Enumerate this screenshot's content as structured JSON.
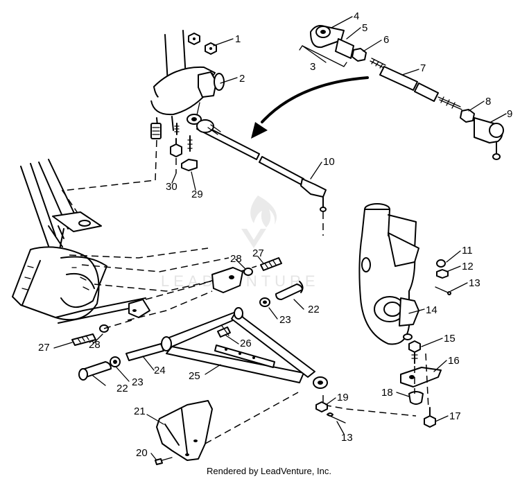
{
  "watermark": "LEADVENTURE",
  "credit": "Rendered by LeadVenture, Inc.",
  "callouts": [
    {
      "id": "c1",
      "text": "1"
    },
    {
      "id": "c2",
      "text": "2"
    },
    {
      "id": "c3",
      "text": "3"
    },
    {
      "id": "c4",
      "text": "4"
    },
    {
      "id": "c5",
      "text": "5"
    },
    {
      "id": "c6",
      "text": "6"
    },
    {
      "id": "c7",
      "text": "7"
    },
    {
      "id": "c8",
      "text": "8"
    },
    {
      "id": "c9",
      "text": "9"
    },
    {
      "id": "c10",
      "text": "10"
    },
    {
      "id": "c11",
      "text": "11"
    },
    {
      "id": "c12",
      "text": "12"
    },
    {
      "id": "c13a",
      "text": "13"
    },
    {
      "id": "c13b",
      "text": "13"
    },
    {
      "id": "c14",
      "text": "14"
    },
    {
      "id": "c15",
      "text": "15"
    },
    {
      "id": "c16",
      "text": "16"
    },
    {
      "id": "c17",
      "text": "17"
    },
    {
      "id": "c18",
      "text": "18"
    },
    {
      "id": "c19",
      "text": "19"
    },
    {
      "id": "c20",
      "text": "20"
    },
    {
      "id": "c21",
      "text": "21"
    },
    {
      "id": "c22a",
      "text": "22"
    },
    {
      "id": "c22b",
      "text": "22"
    },
    {
      "id": "c23a",
      "text": "23"
    },
    {
      "id": "c23b",
      "text": "23"
    },
    {
      "id": "c24",
      "text": "24"
    },
    {
      "id": "c25",
      "text": "25"
    },
    {
      "id": "c26",
      "text": "26"
    },
    {
      "id": "c27a",
      "text": "27"
    },
    {
      "id": "c27b",
      "text": "27"
    },
    {
      "id": "c28a",
      "text": "28"
    },
    {
      "id": "c28b",
      "text": "28"
    },
    {
      "id": "c29",
      "text": "29"
    },
    {
      "id": "c30",
      "text": "30"
    }
  ]
}
